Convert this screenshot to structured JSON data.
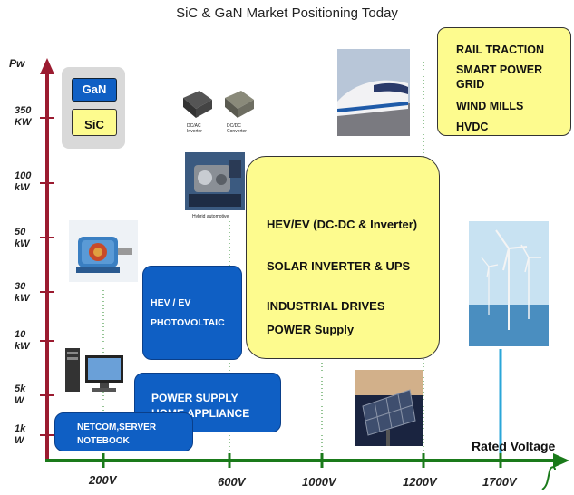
{
  "title": "SiC & GaN Market Positioning Today",
  "y_axis": {
    "label": "Pw",
    "ticks": [
      {
        "value": "350",
        "unit": "KW"
      },
      {
        "value": "100",
        "unit": "kW"
      },
      {
        "value": "50",
        "unit": "kW"
      },
      {
        "value": "30",
        "unit": "kW"
      },
      {
        "value": "10",
        "unit": "kW"
      },
      {
        "value": "5k",
        "unit": "W"
      },
      {
        "value": "1k",
        "unit": "W"
      }
    ]
  },
  "x_axis": {
    "label": "Rated Voltage",
    "ticks": [
      "200V",
      "600V",
      "1000V",
      "1200V",
      "1700V"
    ]
  },
  "legend": {
    "gan": "GaN",
    "sic": "SiC"
  },
  "boxes": {
    "netcom": [
      "NETCOM,SERVER",
      "NOTEBOOK"
    ],
    "power_supply": [
      "POWER SUPPLY",
      "HOME APPLIANCE"
    ],
    "hev_pv": [
      "HEV / EV",
      "PHOTOVOLTAIC"
    ],
    "big_sic": [
      "HEV/EV (DC-DC & Inverter)",
      "SOLAR INVERTER & UPS",
      "INDUSTRIAL DRIVES",
      "POWER Supply"
    ],
    "rail": [
      "RAIL TRACTION",
      "SMART POWER GRID",
      "WIND MILLS",
      "HVDC"
    ]
  },
  "image_captions": {
    "dcac": "DC/AC Inverter",
    "dcdc": "DC/DC Converter",
    "hybrid": "Hybrid automotive"
  },
  "colors": {
    "gan_blue": "#0f5fc4",
    "sic_yellow": "#fdfb8e",
    "y_axis": "#9b1b30",
    "x_axis": "#1a7a1a"
  }
}
